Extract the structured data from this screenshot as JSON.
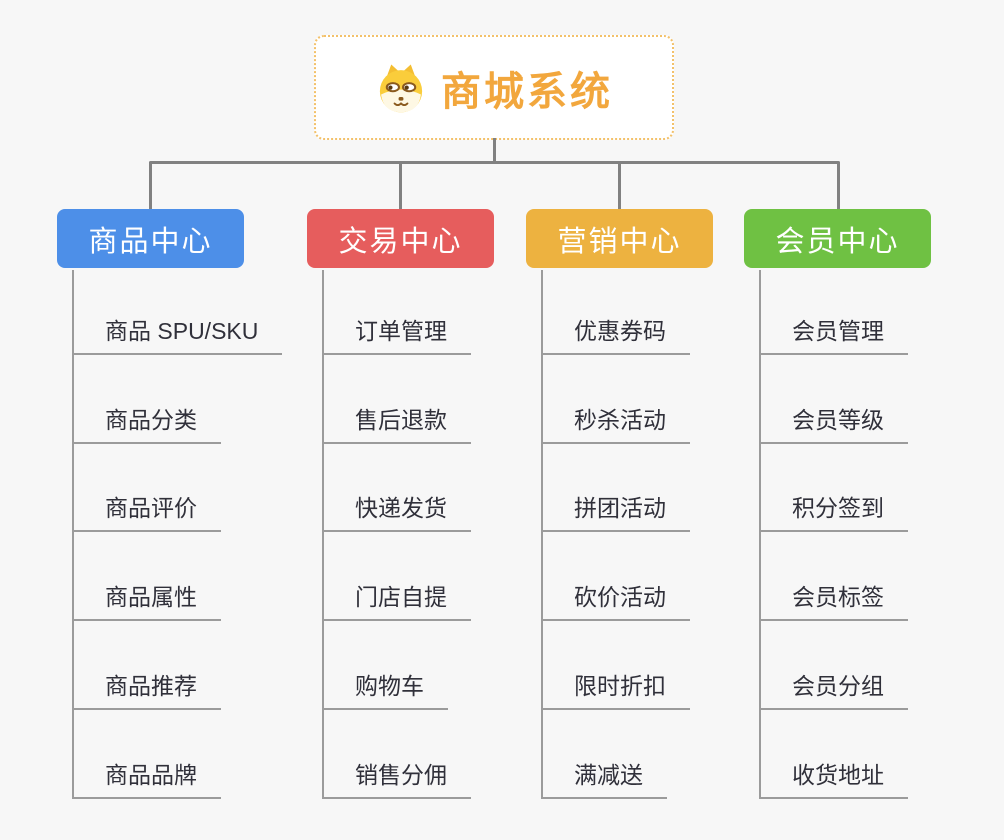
{
  "page": {
    "background_color": "#F7F7F7",
    "connector_color": "#818181"
  },
  "root": {
    "title": "商城系统",
    "icon": "dog-face-icon",
    "accent_color": "#F2A73D",
    "border_color": "#F3C16A"
  },
  "branches": [
    {
      "label": "商品中心",
      "color": "#4D8FE8",
      "items": [
        "商品 SPU/SKU",
        "商品分类",
        "商品评价",
        "商品属性",
        "商品推荐",
        "商品品牌"
      ]
    },
    {
      "label": "交易中心",
      "color": "#E65D5D",
      "items": [
        "订单管理",
        "售后退款",
        "快递发货",
        "门店自提",
        "购物车",
        "销售分佣"
      ]
    },
    {
      "label": "营销中心",
      "color": "#EDB240",
      "items": [
        "优惠券码",
        "秒杀活动",
        "拼团活动",
        "砍价活动",
        "限时折扣",
        "满减送"
      ]
    },
    {
      "label": "会员中心",
      "color": "#6FC143",
      "items": [
        "会员管理",
        "会员等级",
        "积分签到",
        "会员标签",
        "会员分组",
        "收货地址"
      ]
    }
  ]
}
